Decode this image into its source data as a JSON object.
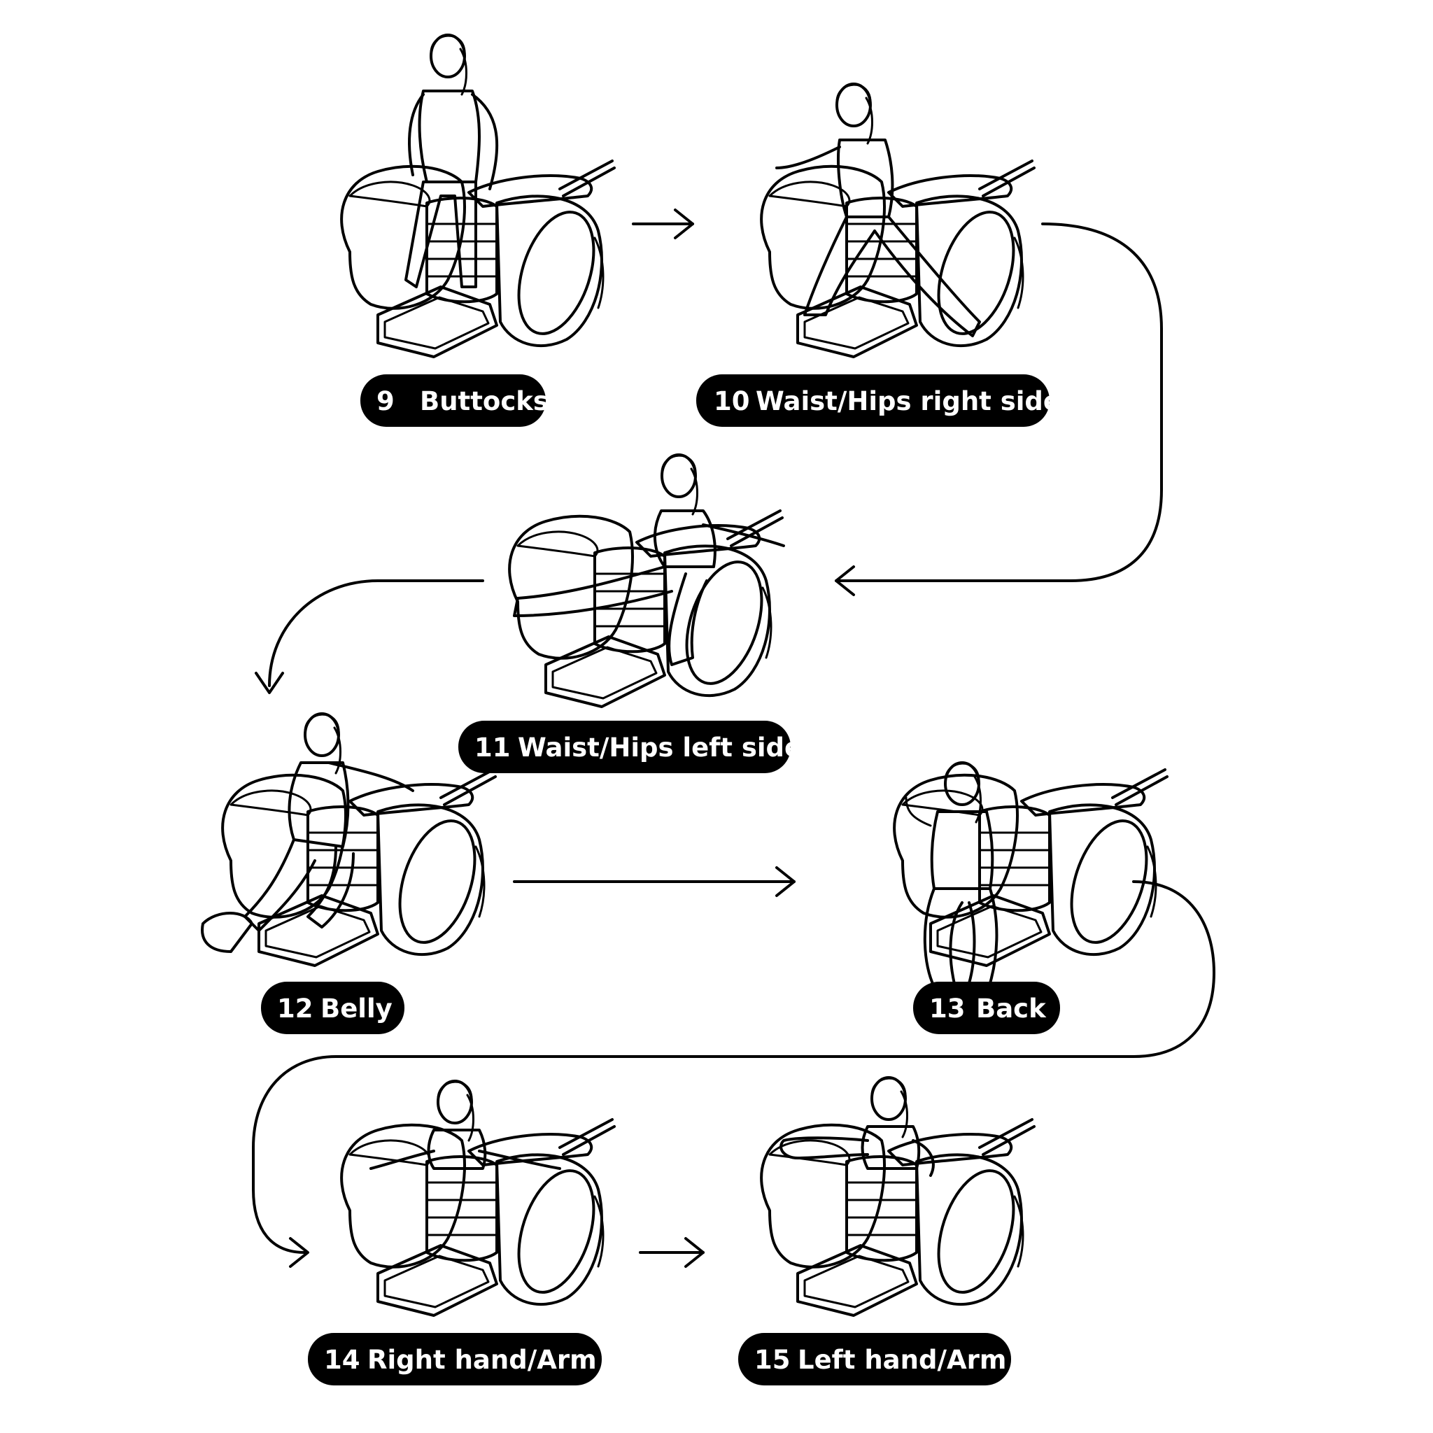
{
  "steps": [
    {
      "num": "9",
      "label": "Buttocks"
    },
    {
      "num": "10",
      "label": "Waist/Hips right side"
    },
    {
      "num": "11",
      "label": "Waist/Hips left side"
    },
    {
      "num": "12",
      "label": "Belly"
    },
    {
      "num": "13",
      "label": "Back"
    },
    {
      "num": "14",
      "label": "Right hand/Arm"
    },
    {
      "num": "15",
      "label": "Left hand/Arm"
    }
  ],
  "colors": {
    "ink": "#000000",
    "label_bg": "#000000",
    "label_text": "#ffffff",
    "background": "#ffffff"
  },
  "icons": [
    "massage-device-illustration",
    "woman-figure-illustration",
    "flow-arrow"
  ]
}
